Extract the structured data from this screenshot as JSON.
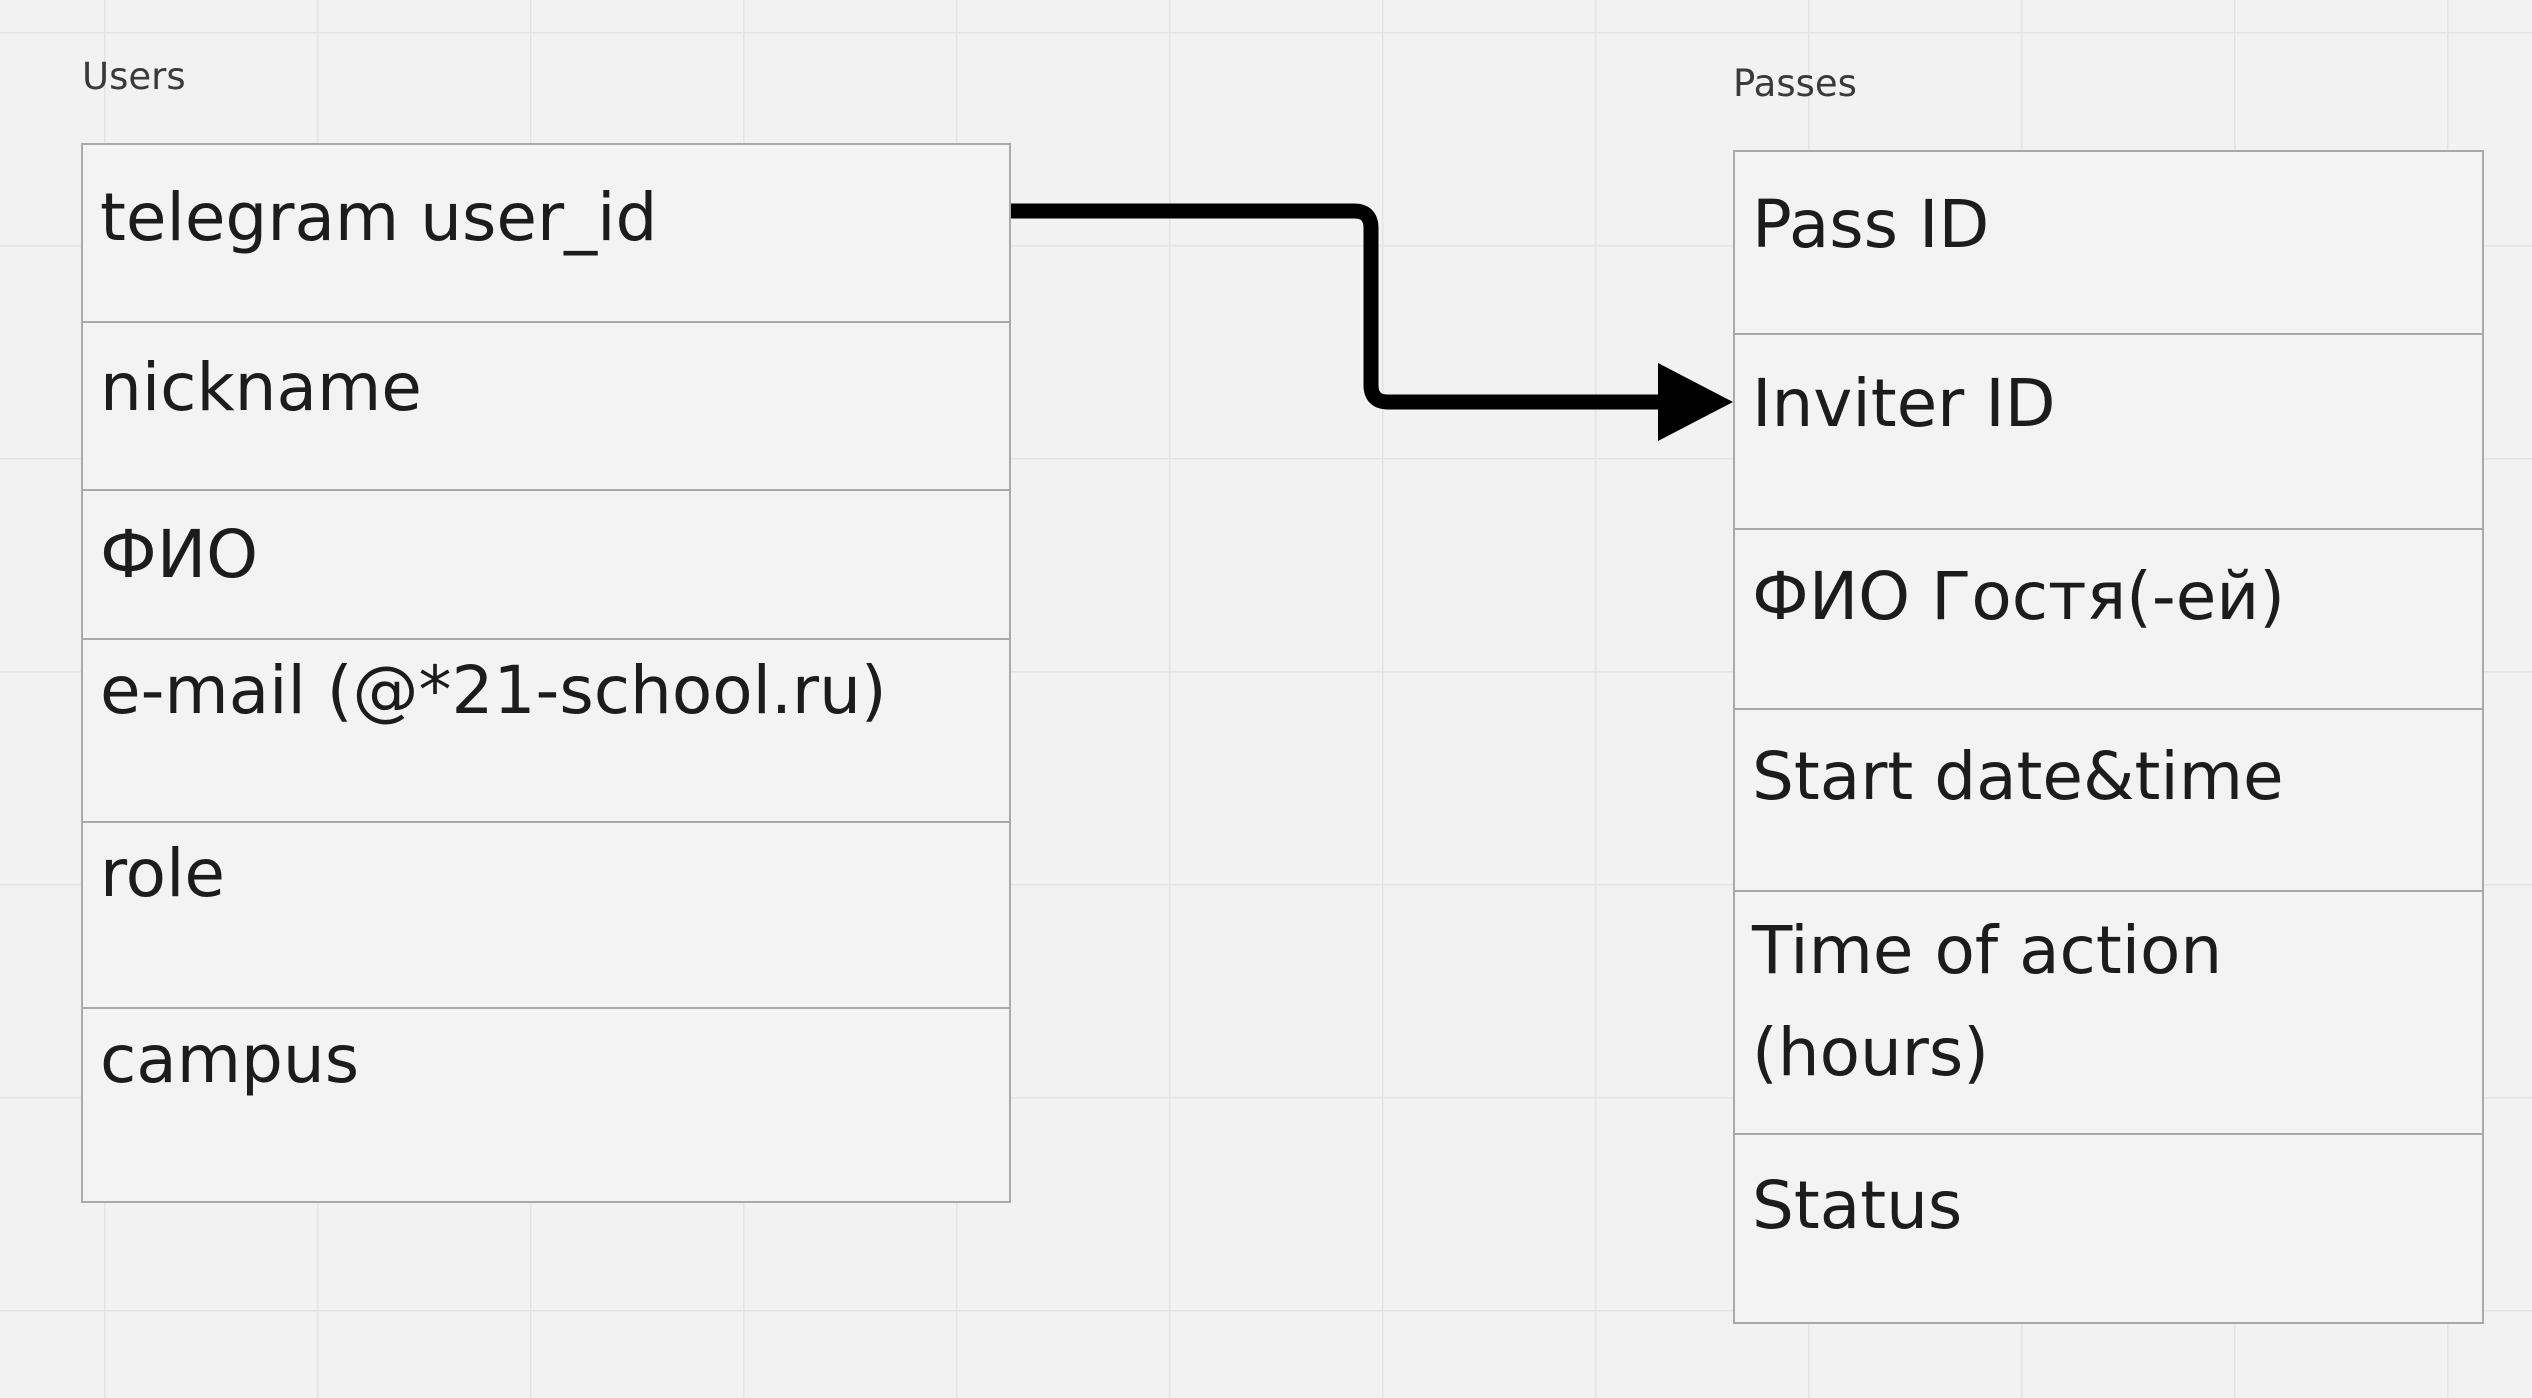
{
  "diagram": {
    "users": {
      "title": "Users",
      "fields": [
        "telegram user_id",
        "nickname",
        "ФИО",
        "e-mail (@*21-school.ru)",
        "role",
        "campus"
      ]
    },
    "passes": {
      "title": "Passes",
      "fields": [
        "Pass ID",
        "Inviter ID",
        "ФИО Гостя(-ей)",
        "Start date&time",
        "Time of action (hours)",
        "Status"
      ]
    },
    "relation": {
      "from_field": "telegram user_id",
      "to_field": "Inviter ID",
      "stroke_color": "#000000"
    }
  }
}
